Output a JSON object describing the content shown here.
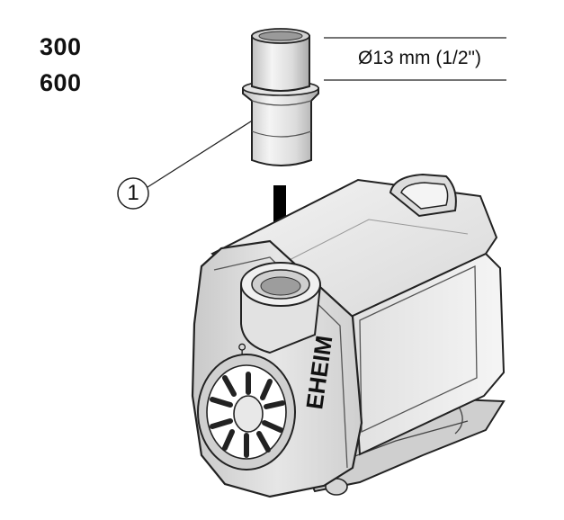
{
  "models": [
    "300",
    "600"
  ],
  "dimension_label": "Ø13 mm (1/2\")",
  "callout_number": "1",
  "brand": "EHEIM"
}
